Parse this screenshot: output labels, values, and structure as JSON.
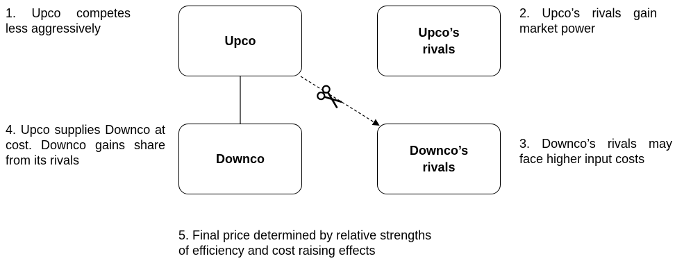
{
  "boxes": {
    "upco": "Upco",
    "upco_rivals_line1": "Upco’s",
    "upco_rivals_line2": "rivals",
    "downco": "Downco",
    "downco_rivals_line1": "Downco’s",
    "downco_rivals_line2": "rivals"
  },
  "notes": {
    "note1": "1. Upco competes less aggressively",
    "note2": "2. Upco’s rivals gain market power",
    "note3": "3. Downco’s rivals may face higher input costs",
    "note4": "4. Upco supplies Downco at cost. Downco gains share from its rivals",
    "note5_line1": "5. Final price determined by relative strengths",
    "note5_line2": "of efficiency and cost raising effects"
  },
  "icons": {
    "scissors": "scissors-icon"
  }
}
